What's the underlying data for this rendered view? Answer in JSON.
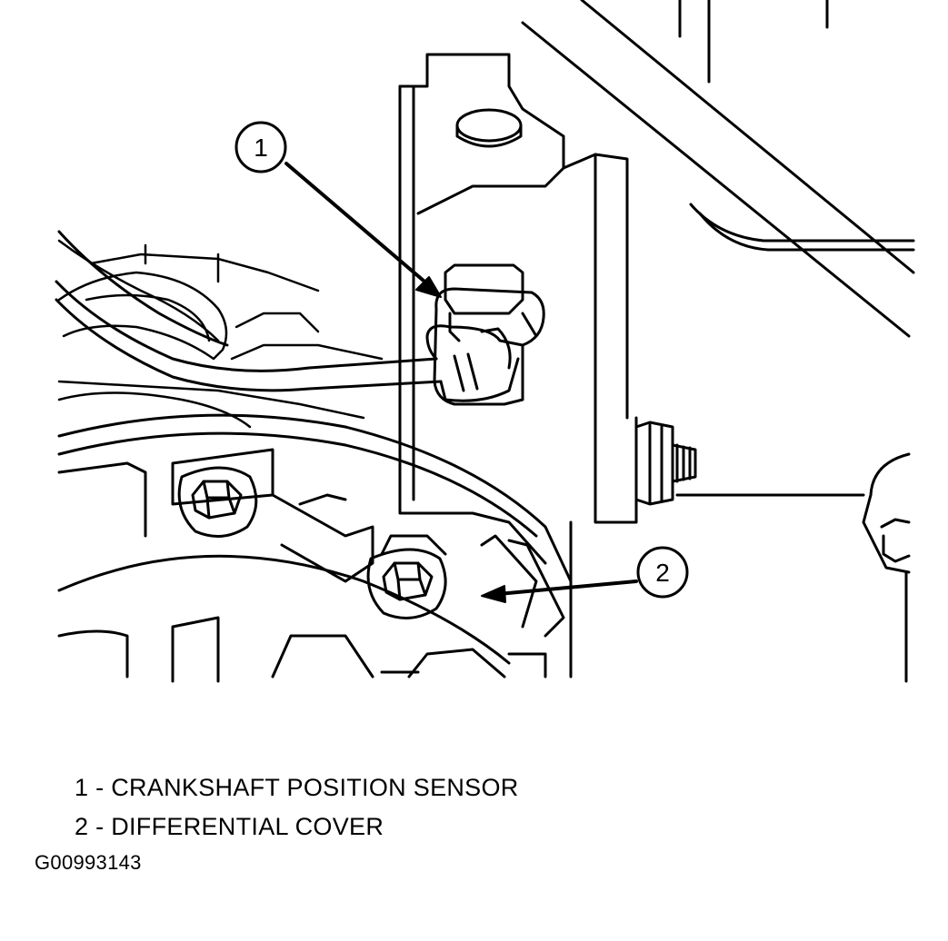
{
  "callouts": [
    {
      "number": "1"
    },
    {
      "number": "2"
    }
  ],
  "legend": [
    {
      "text": "1 - CRANKSHAFT POSITION SENSOR"
    },
    {
      "text": "2 - DIFFERENTIAL COVER"
    }
  ],
  "figure_id": "G00993143"
}
